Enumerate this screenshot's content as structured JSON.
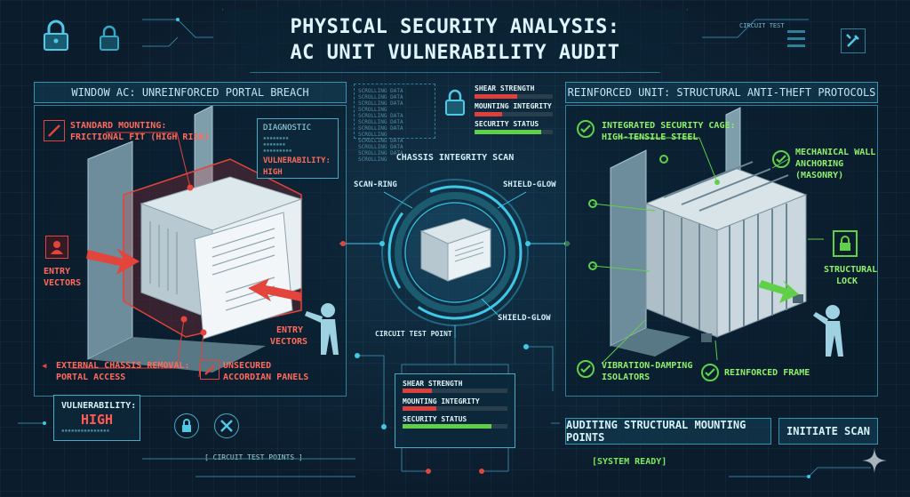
{
  "header": {
    "title_line1": "PHYSICAL SECURITY ANALYSIS:",
    "title_line2": "AC UNIT VULNERABILITY AUDIT",
    "circuit_test": "CIRCUIT TEST"
  },
  "left_panel": {
    "title": "WINDOW AC: UNREINFORCED PORTAL BREACH",
    "mounting_label_1": "STANDARD MOUNTING:",
    "mounting_label_2": "FRICTIONAL FIT (HIGH RISK)",
    "diagnostic_title": "DIAGNOSTIC",
    "diagnostic_vuln_1": "VULNERABILITY:",
    "diagnostic_vuln_2": "HIGH",
    "entry_vectors_left_1": "ENTRY",
    "entry_vectors_left_2": "VECTORS",
    "entry_vectors_right_1": "ENTRY",
    "entry_vectors_right_2": "VECTORS",
    "chassis_removal_1": "EXTERNAL CHASSIS REMOVAL:",
    "chassis_removal_2": "PORTAL ACCESS",
    "accordion_1": "UNSECURED",
    "accordion_2": "ACCORDIAN PANELS"
  },
  "left_footer": {
    "vuln_label": "VULNERABILITY:",
    "vuln_value": "HIGH",
    "circuit_points": "[ CIRCUIT TEST POINTS ]"
  },
  "center": {
    "scan_title": "CHASSIS INTEGRITY SCAN",
    "scan_ring": "SCAN-RING",
    "shield_glow_top": "SHIELD-GLOW",
    "shield_glow_bottom": "SHIELD-GLOW",
    "circuit_test_point": "CIRCUIT TEST POINT"
  },
  "top_meters": [
    {
      "label": "SHEAR STRENGTH",
      "value": 0.55,
      "color": "#e0403c"
    },
    {
      "label": "MOUNTING INTEGRITY",
      "value": 0.35,
      "color": "#e0403c"
    },
    {
      "label": "SECURITY STATUS",
      "value": 0.85,
      "color": "#5fd048"
    }
  ],
  "bottom_meters": [
    {
      "label": "SHEAR STRENGTH",
      "value": 0.28,
      "color": "#e0403c"
    },
    {
      "label": "MOUNTING INTEGRITY",
      "value": 0.32,
      "color": "#e0403c"
    },
    {
      "label": "SECURITY STATUS",
      "value": 0.85,
      "color": "#5fd048"
    }
  ],
  "right_panel": {
    "title": "REINFORCED UNIT: STRUCTURAL ANTI-THEFT PROTOCOLS",
    "cage_1": "INTEGRATED SECURITY CAGE:",
    "cage_2": "HIGH-TENSILE STEEL",
    "anchor_1": "MECHANICAL WALL",
    "anchor_2": "ANCHORING",
    "anchor_3": "(MASONRY)",
    "lock_1": "STRUCTURAL",
    "lock_2": "LOCK",
    "isolators_1": "VIBRATION-DAMPING",
    "isolators_2": "ISOLATORS",
    "frame": "REINFORCED FRAME"
  },
  "right_footer": {
    "auditing": "AUDITING STRUCTURAL MOUNTING POINTS",
    "initiate": "INITIATE SCAN",
    "system_ready": "[SYSTEM READY]"
  },
  "colors": {
    "accent_cyan": "#3ec8e6",
    "danger_red": "#ff5a52",
    "safe_green": "#7bea5e"
  }
}
